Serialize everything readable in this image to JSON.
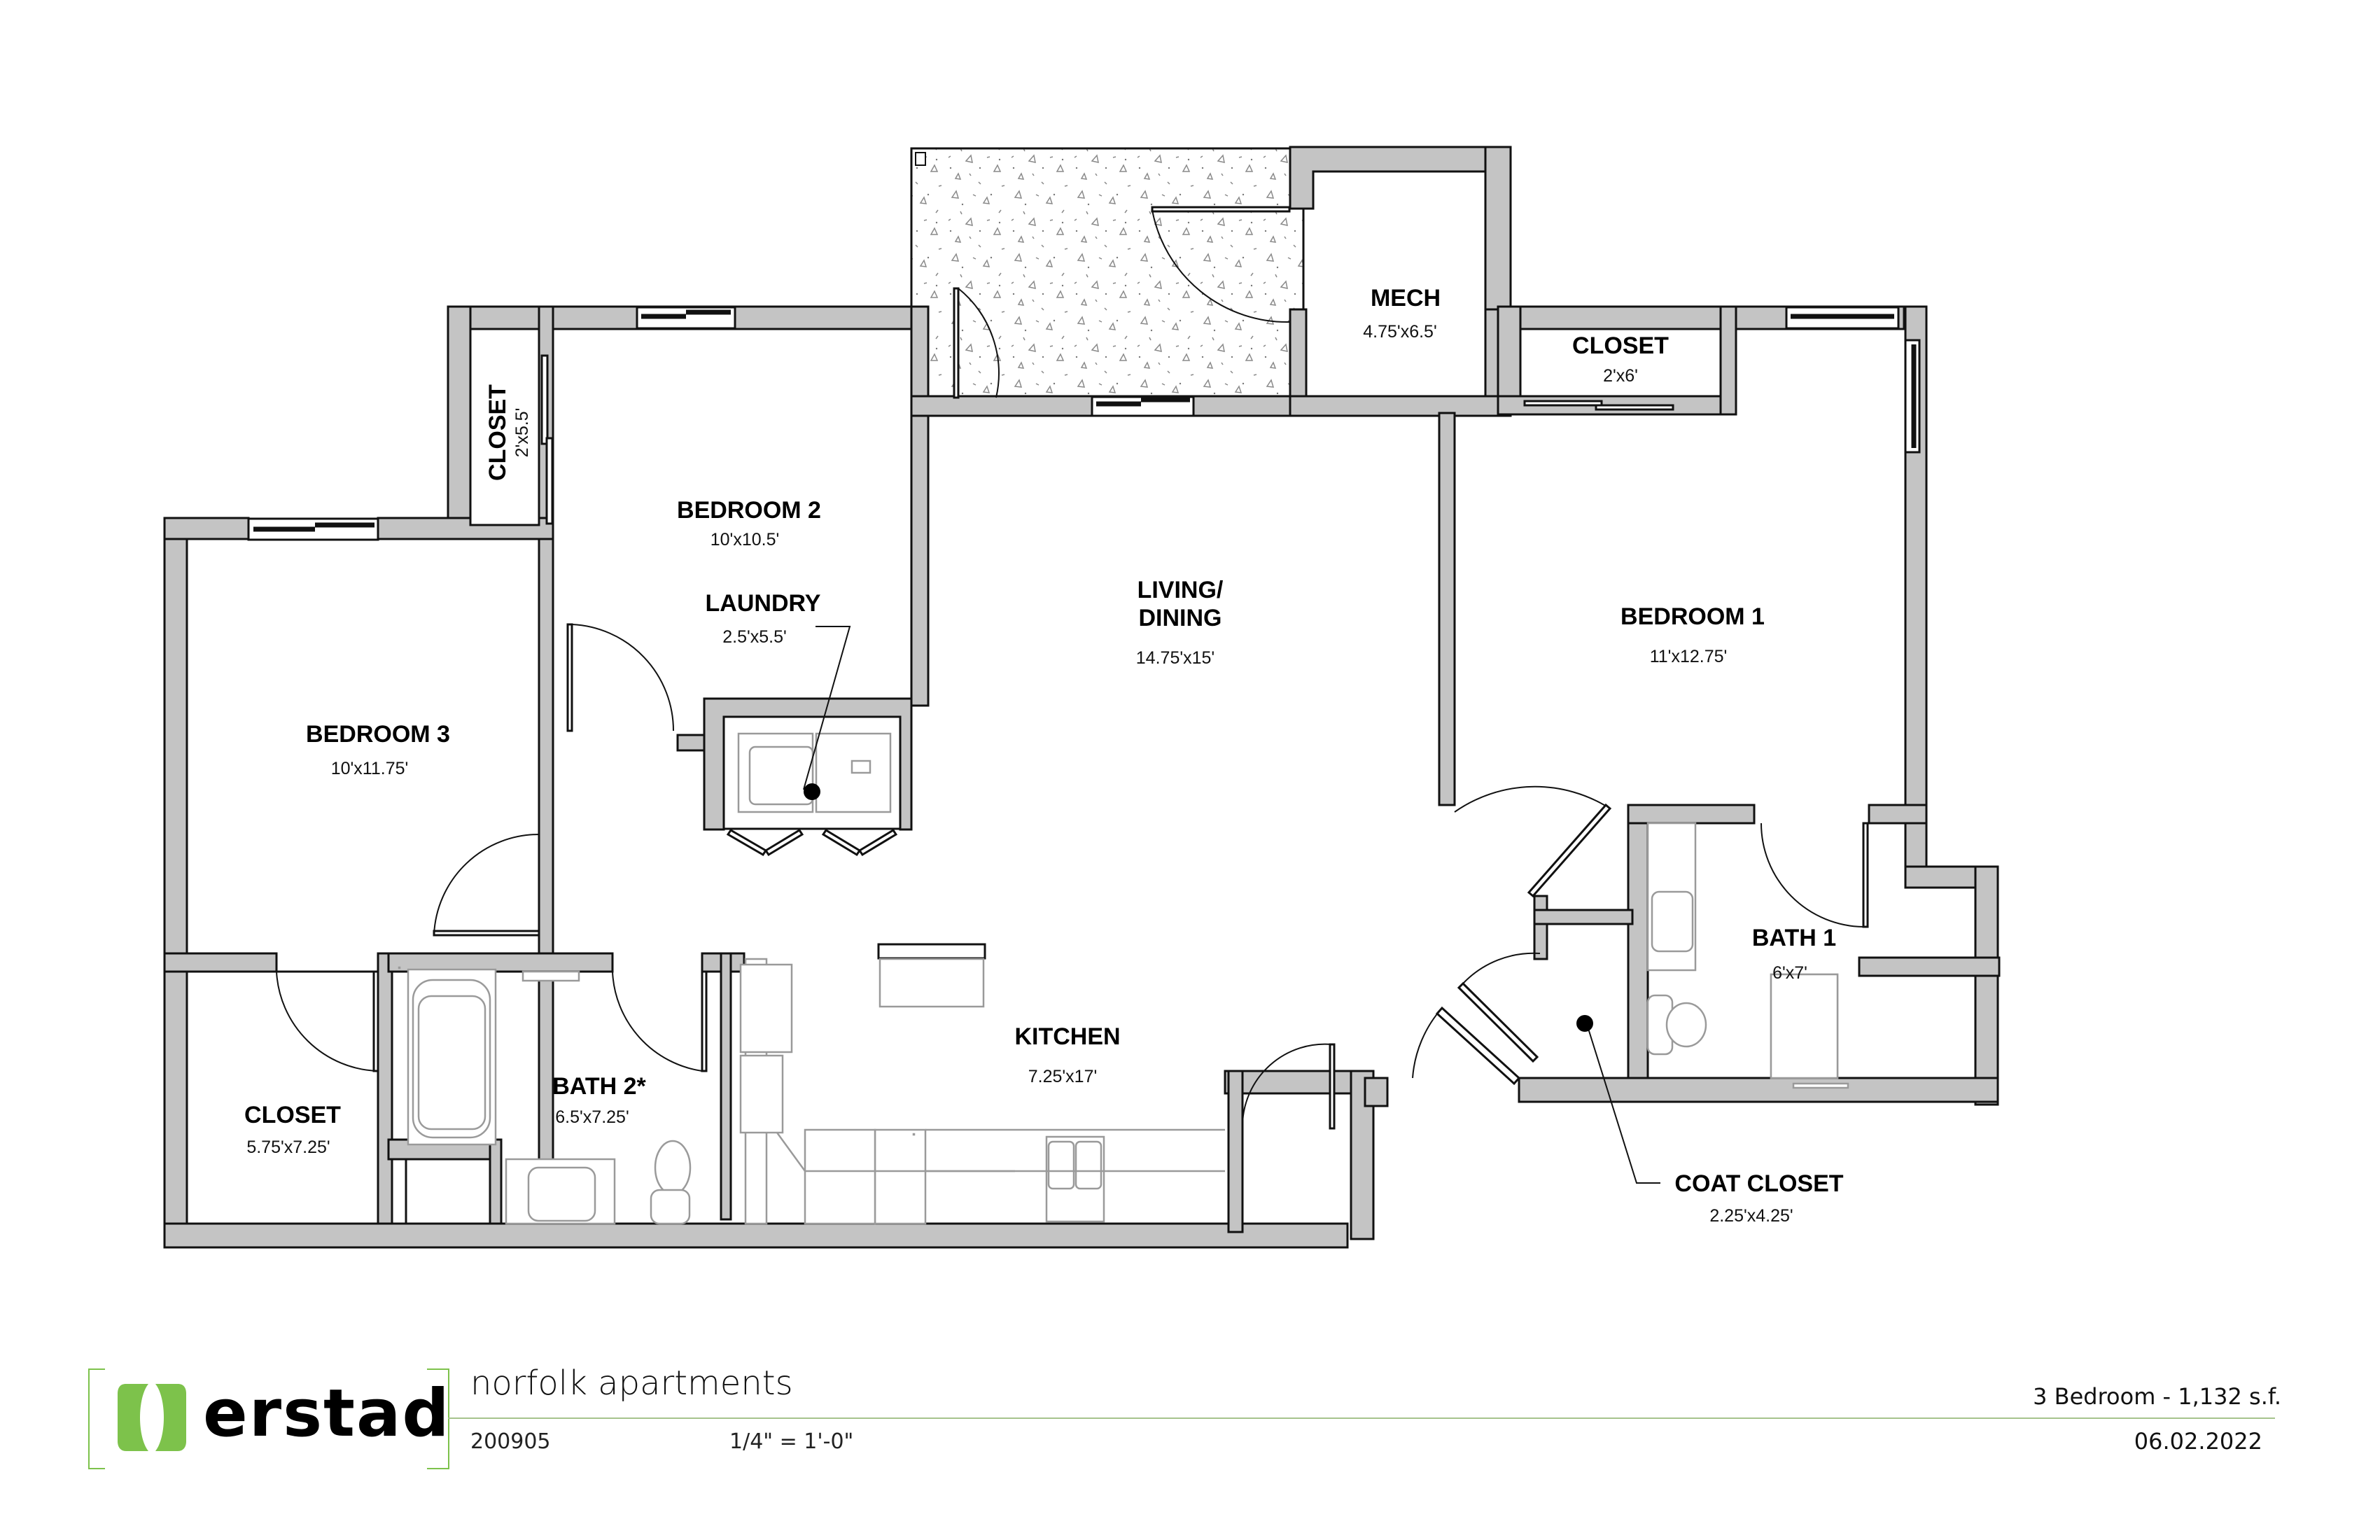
{
  "plan": {
    "rooms": [
      {
        "id": "mech",
        "name": "MECH",
        "dims": "4.75'x6.5'"
      },
      {
        "id": "closet-bed1",
        "name": "CLOSET",
        "dims": "2'x6'"
      },
      {
        "id": "closet-bed2",
        "name": "CLOSET",
        "dims": "2'x5.5'"
      },
      {
        "id": "bedroom-2",
        "name": "BEDROOM 2",
        "dims": "10'x10.5'"
      },
      {
        "id": "laundry",
        "name": "LAUNDRY",
        "dims": "2.5'x5.5'"
      },
      {
        "id": "living-dining",
        "name_line1": "LIVING/",
        "name_line2": "DINING",
        "dims": "14.75'x15'"
      },
      {
        "id": "bedroom-1",
        "name": "BEDROOM 1",
        "dims": "11'x12.75'"
      },
      {
        "id": "bedroom-3",
        "name": "BEDROOM 3",
        "dims": "10'x11.75'"
      },
      {
        "id": "bath-1",
        "name": "BATH 1",
        "dims": "6'x7'"
      },
      {
        "id": "kitchen",
        "name": "KITCHEN",
        "dims": "7.25'x17'"
      },
      {
        "id": "bath-2",
        "name": "BATH 2*",
        "dims": "6.5'x7.25'"
      },
      {
        "id": "closet-bed3",
        "name": "CLOSET",
        "dims": "5.75'x7.25'"
      },
      {
        "id": "coat-closet",
        "name": "COAT CLOSET",
        "dims": "2.25'x4.25'"
      }
    ],
    "colors": {
      "wall": "#c4c4c4",
      "brand_green": "#7dc24b",
      "rule_green": "#a6c38c"
    }
  },
  "title_block": {
    "logo_text": "erstad",
    "project_name": "norfolk apartments",
    "project_number": "200905",
    "scale": "1/4\" = 1'-0\"",
    "unit_type": "3 Bedroom - 1,132 s.f.",
    "date": "06.02.2022"
  }
}
